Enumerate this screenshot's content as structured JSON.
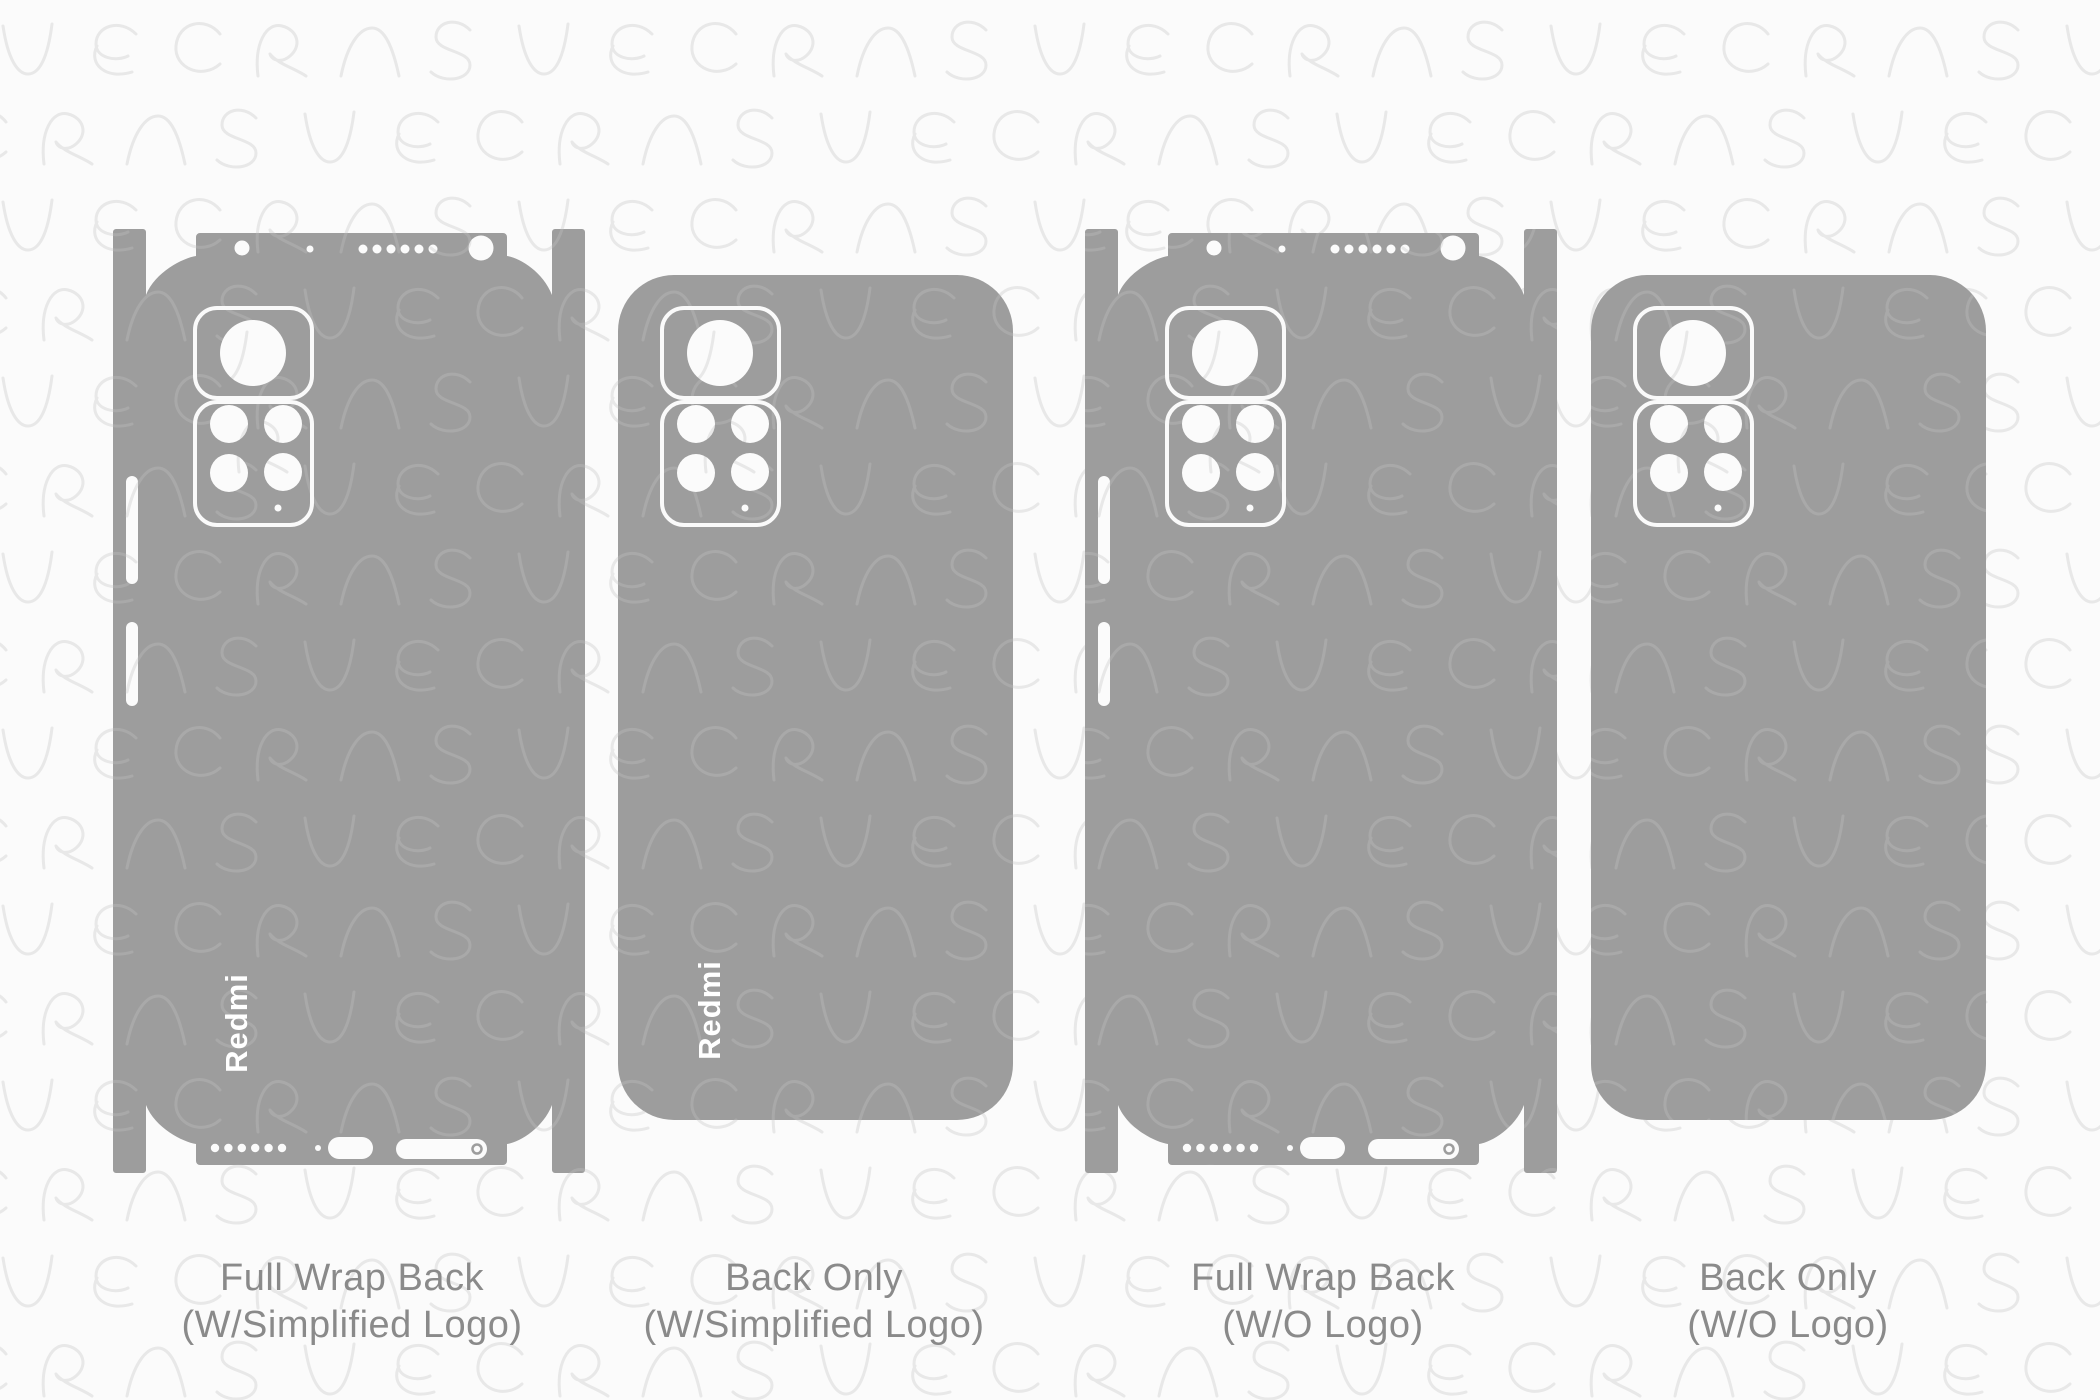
{
  "watermark": {
    "text": "VECRAS"
  },
  "brand": {
    "logo_text": "Redmi"
  },
  "colors": {
    "page_bg": "#fbfbfb",
    "watermark_on_bg": "#e8e8e8",
    "body_gray": "#9d9d9d",
    "watermark_on_body": "#a9a9a9",
    "cutout_white": "#fdfdfd",
    "camera_outline": "#fafafa",
    "label_text": "#8a8a8a",
    "logo_white": "#ffffff"
  },
  "templates": [
    {
      "label_line1": "Full Wrap Back",
      "label_line2": "(W/Simplified Logo)",
      "logo": "Redmi"
    },
    {
      "label_line1": "Back Only",
      "label_line2": "(W/Simplified Logo)",
      "logo": "Redmi"
    },
    {
      "label_line1": "Full Wrap Back",
      "label_line2": "(W/O Logo)",
      "logo": ""
    },
    {
      "label_line1": "Back Only",
      "label_line2": "(W/O Logo)",
      "logo": ""
    }
  ]
}
